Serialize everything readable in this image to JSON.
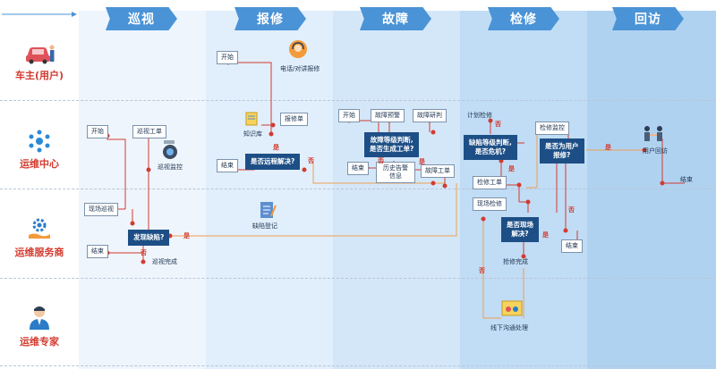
{
  "phases": [
    "巡视",
    "报修",
    "故障",
    "检修",
    "回访"
  ],
  "roles": [
    "车主(用户)",
    "运维中心",
    "运维服务商",
    "运维专家"
  ],
  "nodes": {
    "start1": "开始",
    "phone": "电话/对讲报修",
    "knowledge": "知识库",
    "repair_form": "报修单",
    "remote_decision": "是否远程解决?",
    "end_repair": "结束",
    "defect_register": "缺陷登记",
    "start_center": "开始",
    "patrol_order": "巡视工单",
    "patrol_monitor": "巡视监控",
    "field_patrol": "现场巡视",
    "found_defect": "发现缺陷?",
    "end_patrol": "结束",
    "patrol_done": "巡视完成",
    "start_fault": "开始",
    "fault_warning": "故障预警",
    "fault_judge": "故障研判",
    "fault_level_q1": "故障等级判断,",
    "fault_level_q2": "是否生成工单?",
    "end_fault": "结束",
    "history_info": "历史告警信息",
    "fault_order": "故障工单",
    "plan_repair": "计划检修",
    "repair_monitor": "检修监控",
    "defect_level_q1": "缺陷等级判断,",
    "defect_level_q2": "是否危机?",
    "user_report_q1": "是否为用户",
    "user_report_q2": "报修?",
    "repair_order": "检修工单",
    "field_repair": "现场检修",
    "site_solve_q1": "是否现场",
    "site_solve_q2": "解决?",
    "repair_done": "抢修完成",
    "end_repair2": "结束",
    "offline_handle": "线下沟通处理",
    "user_return": "用户回访",
    "end_return": "结束"
  },
  "labels": {
    "yes": "是",
    "no": "否"
  },
  "colors": {
    "phase_tab": "#4a93d6",
    "decision": "#1d4f86",
    "role_text": "#d23b2f",
    "connector": "#d23b2f",
    "line_orange": "#f0a050"
  },
  "icons": [
    "car-icon",
    "molecule-icon",
    "gear-hand-icon",
    "expert-icon",
    "headset-icon",
    "book-icon",
    "camera-icon",
    "form-icon",
    "handshake-icon",
    "offline-icon"
  ]
}
